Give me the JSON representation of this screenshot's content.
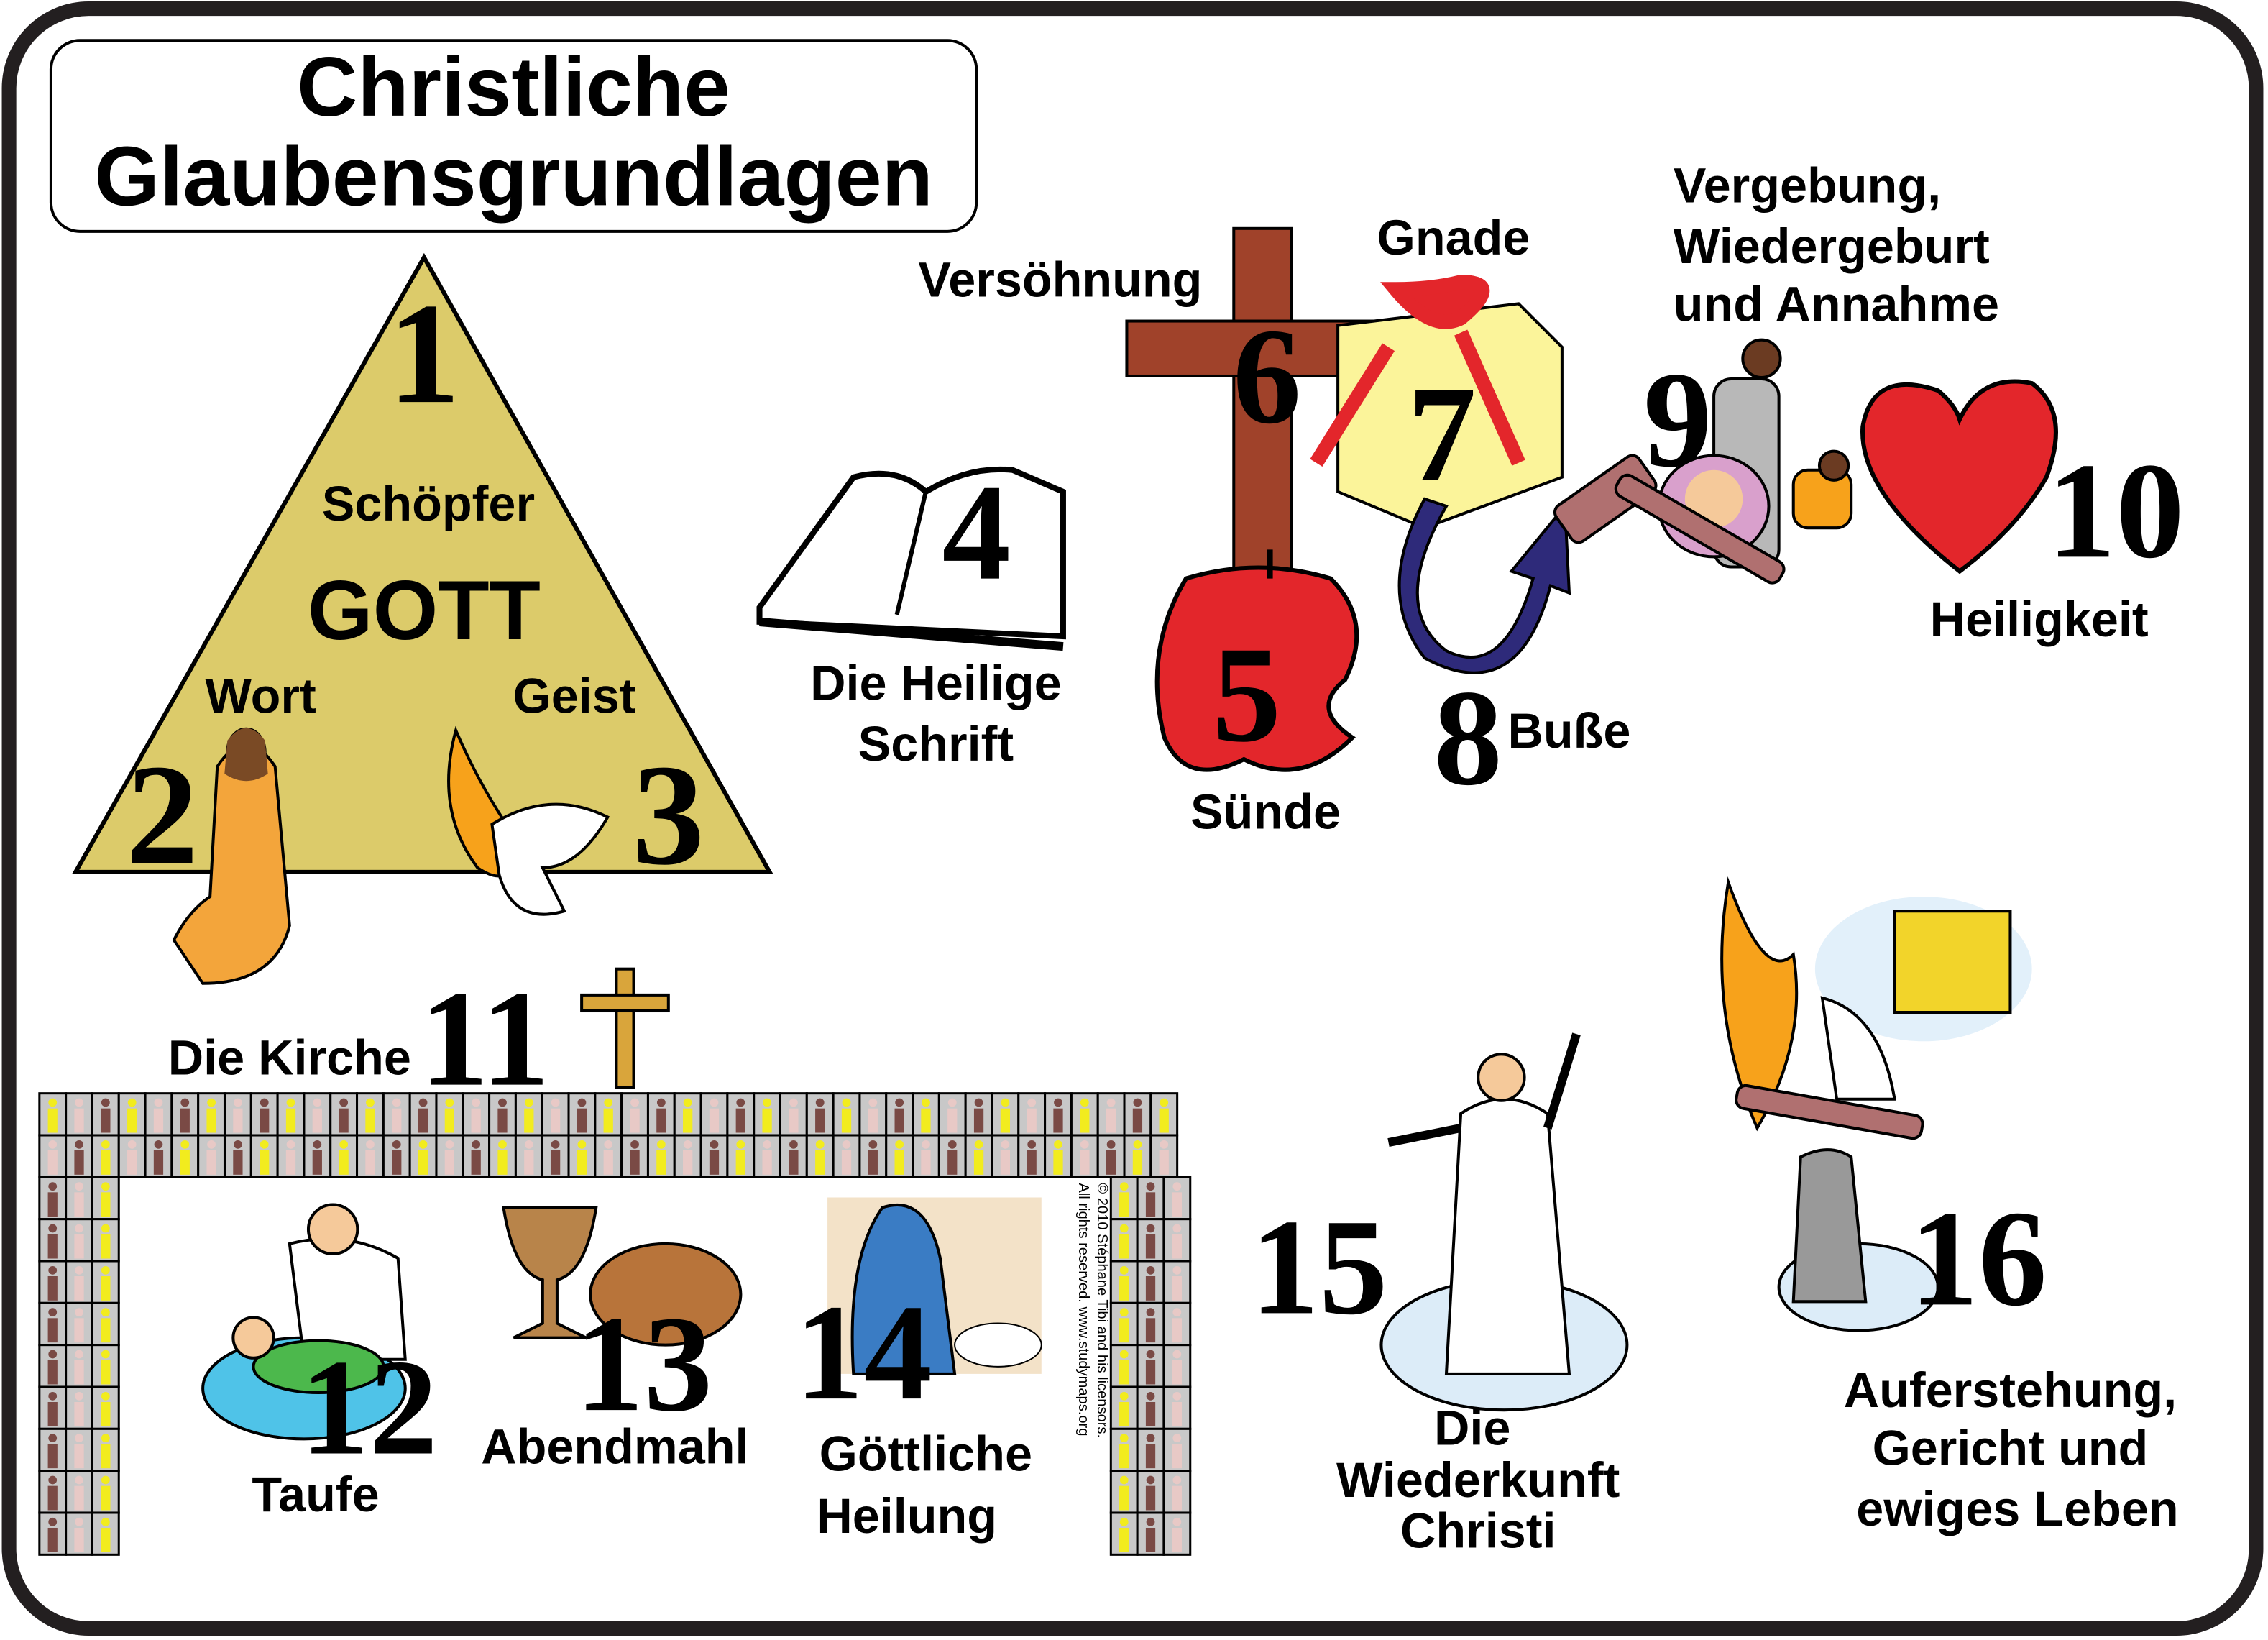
{
  "title": {
    "line1": "Christliche",
    "line2": "Glaubensgrundlagen"
  },
  "colors": {
    "triangle": "#dccb6a",
    "cross": "#a0422a",
    "gift": "#fbf49a",
    "ribbon": "#e3262b",
    "apple": "#e3262b",
    "arrow": "#2e2a7a",
    "flame": "#f7a21b",
    "heart": "#e3262b",
    "tile_bg": "#c8c8c8",
    "people": [
      "#f2ec1e",
      "#e8c9c6",
      "#7a4a45"
    ]
  },
  "trinity": {
    "number": "1",
    "creator": "Schöpfer",
    "god": "GOTT",
    "word": "Wort",
    "spirit": "Geist",
    "word_number": "2",
    "spirit_number": "3"
  },
  "items": {
    "scripture": {
      "number": "4",
      "line1": "Die Heilige",
      "line2": "Schrift"
    },
    "sin": {
      "number": "5",
      "label": "Sünde"
    },
    "reconciliation": {
      "number": "6",
      "label": "Versöhnung"
    },
    "grace": {
      "number": "7",
      "label": "Gnade"
    },
    "repentance": {
      "number": "8",
      "label": "Buße"
    },
    "forgiveness": {
      "number": "9",
      "line1": "Vergebung,",
      "line2": "Wiedergeburt",
      "line3": "und Annahme"
    },
    "holiness": {
      "number": "10",
      "label": "Heiligkeit"
    },
    "church": {
      "number": "11",
      "label": "Die Kirche"
    },
    "baptism": {
      "number": "12",
      "label": "Taufe"
    },
    "communion": {
      "number": "13",
      "label": "Abendmahl"
    },
    "healing": {
      "number": "14",
      "line1": "Göttliche",
      "line2": "Heilung"
    },
    "return": {
      "number": "15",
      "line1": "Die",
      "line2": "Wiederkunft",
      "line3": "Christi"
    },
    "resurrection": {
      "number": "16",
      "line1": "Auferstehung,",
      "line2": "Gericht und",
      "line3": "ewiges Leben"
    }
  },
  "copyright": {
    "line1": "© 2010 Stéphane Tibi and his licensors.",
    "line2": "All rights reserved. www.studymaps.org"
  }
}
